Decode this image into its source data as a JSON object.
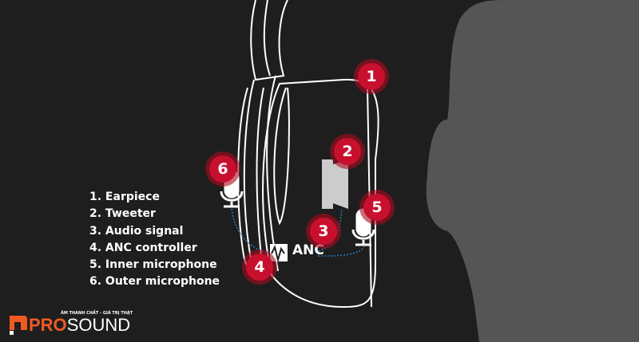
{
  "legend": [
    "1. Earpiece",
    "2. Tweeter",
    "3. Audio signal",
    "4. ANC controller",
    "5. Inner microphone",
    "6. Outer microphone"
  ],
  "badges": [
    "1",
    "2",
    "3",
    "4",
    "5",
    "6"
  ],
  "anc_label": "ANC",
  "logo": {
    "pro": "PRO",
    "sound": "SOUND",
    "tagline": "ÂM THANH CHẤT - GIÁ TRỊ THẬT"
  },
  "colors": {
    "badge": "#c8102e",
    "background": "#1e1e1e",
    "head": "#555555",
    "logo_orange": "#f05a22",
    "signal": "#2a7fc0"
  }
}
